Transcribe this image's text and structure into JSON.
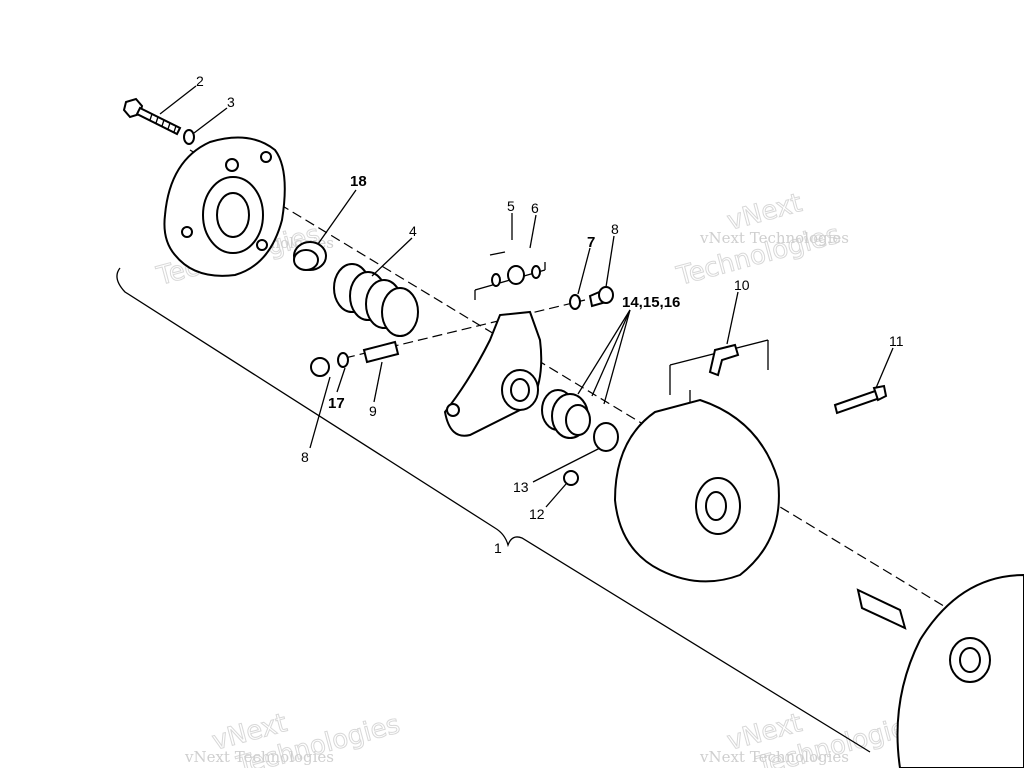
{
  "callouts": {
    "c1": "1",
    "c2": "2",
    "c3": "3",
    "c4": "4",
    "c5": "5",
    "c6": "6",
    "c7": "7",
    "c8a": "8",
    "c8b": "8",
    "c9": "9",
    "c10": "10",
    "c11": "11",
    "c12": "12",
    "c13": "13",
    "c141516": "14,15,16",
    "c17": "17",
    "c18": "18"
  },
  "watermarks": {
    "wm1_small": "vNext Technologies",
    "wm1_line1": "vNext",
    "wm1_line2": "Technologies",
    "wm2_small": "vNext Technologies",
    "wm2_line1": "vNext",
    "wm2_line2": "Technologies",
    "wm3_small": "vNext Technologies",
    "wm3_line1": "vNext",
    "wm3_line2": "Technologies",
    "wm4_small": "vNext Technologies",
    "wm4_line1": "vNext",
    "wm4_line2": "Technologies"
  }
}
